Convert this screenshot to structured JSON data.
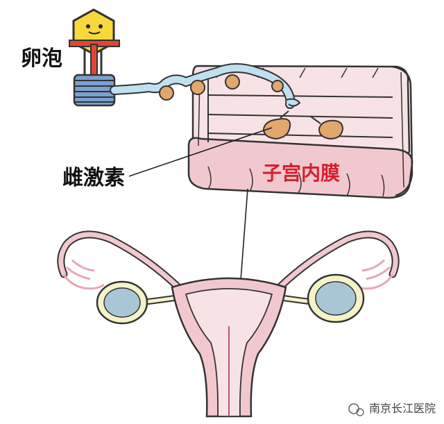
{
  "labels": {
    "follicle": "卵泡",
    "estrogen": "雌激素",
    "endometrium": "子宫内膜"
  },
  "watermark": {
    "text": "南京长江医院",
    "icon": "wechat-icon"
  },
  "colors": {
    "endometrium_label": "#d81e2d",
    "uterus_pink": "#f2c8cf",
    "ovary_blue": "#a9c6d6",
    "follicle_orange": "#e2a76a",
    "tube_blue": "#bfe0ef",
    "mascot_yellow": "#f7d93c",
    "coil_blue": "#7da0d0"
  }
}
